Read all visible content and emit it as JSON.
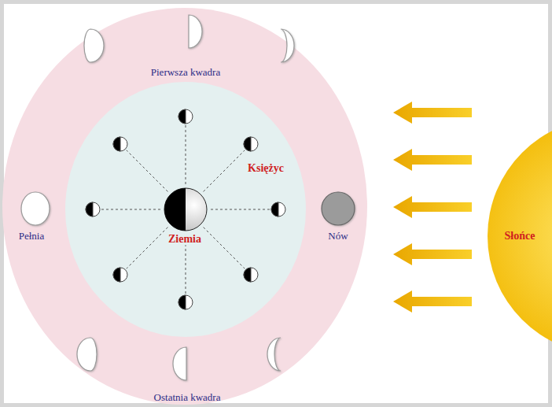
{
  "diagram": {
    "nodes": [
      {
        "text": [
          "Pierwsza kwadra",
          "Pełnia",
          "Nów",
          "Ostatnia kwadra"
        ]
      },
      {
        "text": [
          "Księżyc"
        ],
        "in": 0
      },
      {
        "text": [
          "Ziemia"
        ],
        "in": 1
      },
      {
        "text": [
          "Słońce"
        ]
      }
    ]
  }
}
